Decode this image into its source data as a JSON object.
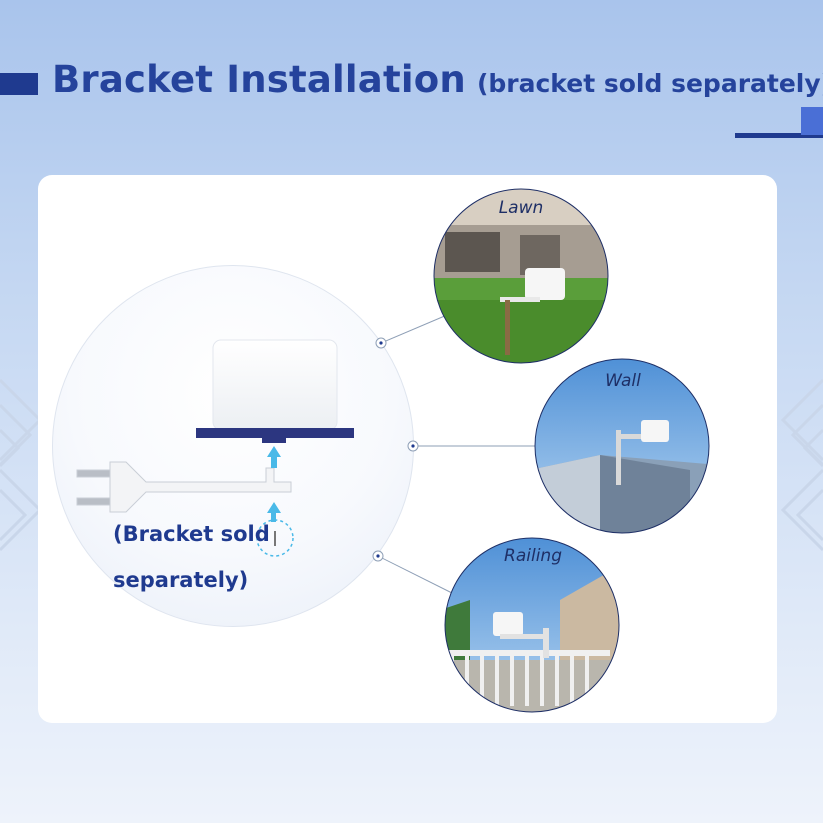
{
  "header": {
    "title": "Bracket Installation",
    "subtitle": "(bracket sold separately)"
  },
  "product": {
    "caption_line1": "(Bracket sold",
    "caption_line2": "separately)"
  },
  "scenes": [
    {
      "label": "Lawn"
    },
    {
      "label": "Wall"
    },
    {
      "label": "Railing"
    }
  ],
  "colors": {
    "brand": "#1f3a8f",
    "accent": "#4a6fd6",
    "arrow": "#49b9e8"
  }
}
